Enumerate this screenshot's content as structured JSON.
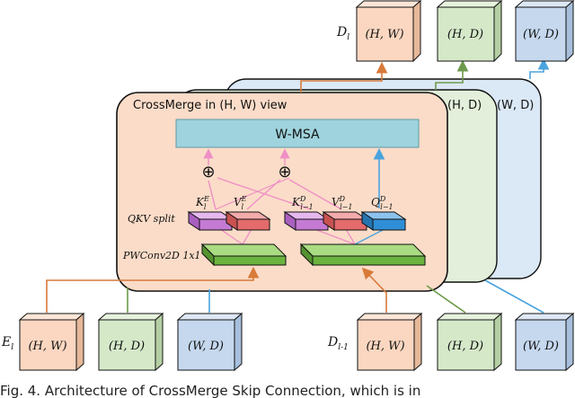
{
  "diagram": {
    "main_panel_title": "CrossMerge in (H, W) view",
    "back_panels": [
      "(H, D)",
      "(W, D)"
    ],
    "attention_block": "W-MSA",
    "qkv_label": "QKV split",
    "pwconv_label": "PWConv2D 1x1",
    "sum_symbol": "⊕",
    "qkv_tokens": {
      "k_e": "K",
      "k_e_sup": "E",
      "k_e_sub": "l",
      "v_e": "V",
      "v_e_sup": "E",
      "v_e_sub": "l",
      "k_d": "K",
      "k_d_sup": "D",
      "k_d_sub": "l−1",
      "v_d": "V",
      "v_d_sup": "D",
      "v_d_sub": "l−1",
      "q_d": "Q",
      "q_d_sup": "D",
      "q_d_sub": "l−1"
    },
    "top_outputs": {
      "label": "D",
      "label_sub": "l",
      "cubes": [
        "(H, W)",
        "(H, D)",
        "(W, D)"
      ]
    },
    "bottom_encoder": {
      "label": "E",
      "label_sub": "l",
      "cubes": [
        "(H, W)",
        "(H, D)",
        "(W, D)"
      ]
    },
    "bottom_decoder": {
      "label": "D",
      "label_sub": "l-1",
      "cubes": [
        "(H, W)",
        "(H, D)",
        "(W, D)"
      ]
    }
  },
  "caption": {
    "text": "Fig. 4.    Architecture of CrossMerge Skip Connection, which is in"
  },
  "colors": {
    "peach": "#fbd7c1",
    "green": "#d5e9c9",
    "blue": "#c5d8ee",
    "wmsa": "#9fd3dd",
    "pink": "#ef8fc6",
    "orange": "#d87a3a",
    "darkgreen": "#6d9a4c",
    "bluearrow": "#4aa3de",
    "violet": "#c57ad4",
    "red": "#e46b6b",
    "qblue": "#2f8fd6",
    "pw_green": "#6bb33f"
  }
}
